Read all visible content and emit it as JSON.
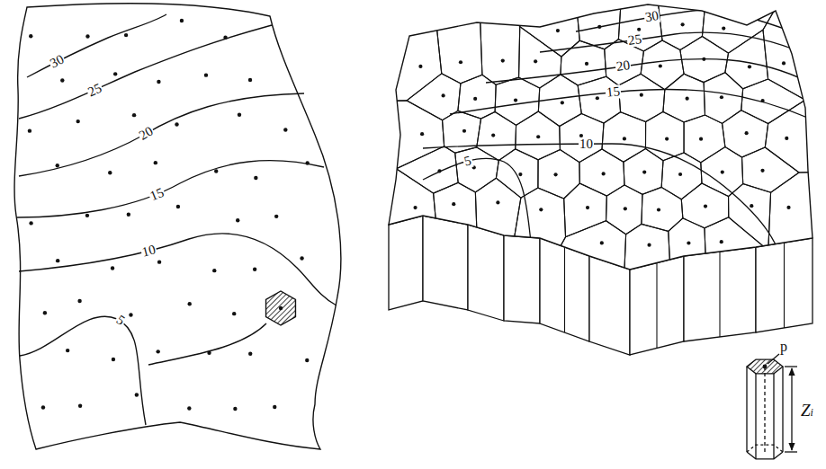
{
  "diagram": {
    "labels": [
      "30",
      "25",
      "20",
      "15",
      "10",
      "5",
      "30",
      "25",
      "20",
      "15",
      "10",
      "5",
      "p",
      "Zi"
    ]
  }
}
